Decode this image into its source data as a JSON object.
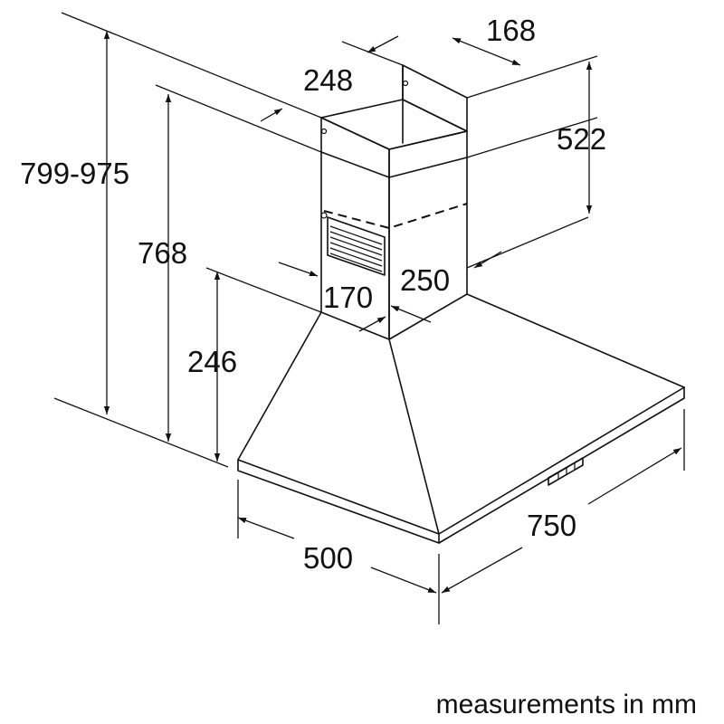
{
  "dimensions": {
    "total_height": "799-975",
    "chimney_depth_upper": "248",
    "chimney_width_upper": "168",
    "chimney_inner_height": "522",
    "chimney_total_height": "768",
    "canopy_height": "246",
    "chimney_width_lower": "170",
    "chimney_depth_lower": "250",
    "canopy_depth": "500",
    "canopy_width": "750"
  },
  "caption": "measurements in mm",
  "colors": {
    "line": "#111111",
    "background": "#ffffff"
  }
}
